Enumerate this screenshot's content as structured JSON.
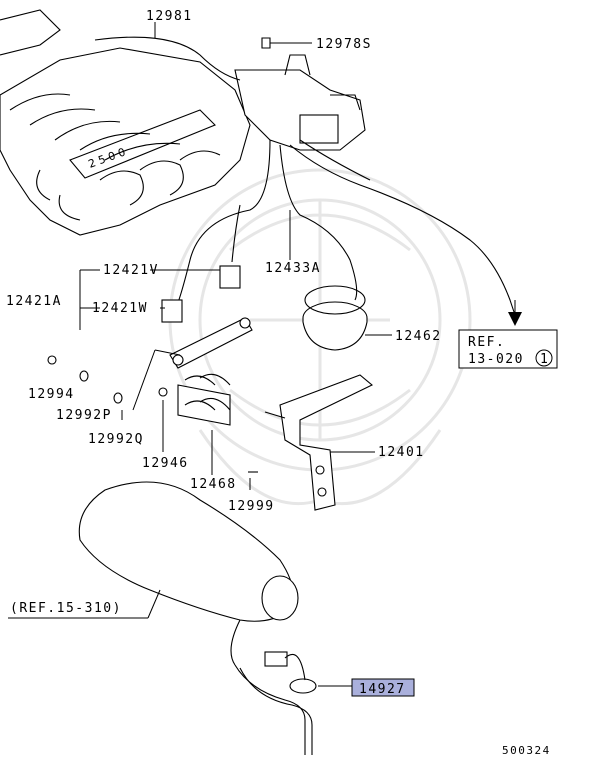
{
  "parts": {
    "p12981": "12981",
    "p12978S": "12978S",
    "p12421V": "12421V",
    "p12421A": "12421A",
    "p12421W": "12421W",
    "p12433A": "12433A",
    "p12462": "12462",
    "p12994": "12994",
    "p12992P": "12992P",
    "p12992Q": "12992Q",
    "p12946": "12946",
    "p12468": "12468",
    "p12999": "12999",
    "p12401": "12401",
    "p14927": "14927"
  },
  "refs": {
    "ref_a_title": "REF.",
    "ref_a_number": "13-020",
    "ref_a_circle": "1",
    "ref_b": "(REF.15-310)"
  },
  "diagram_id": "500324",
  "highlight_color": "#aab0dc"
}
